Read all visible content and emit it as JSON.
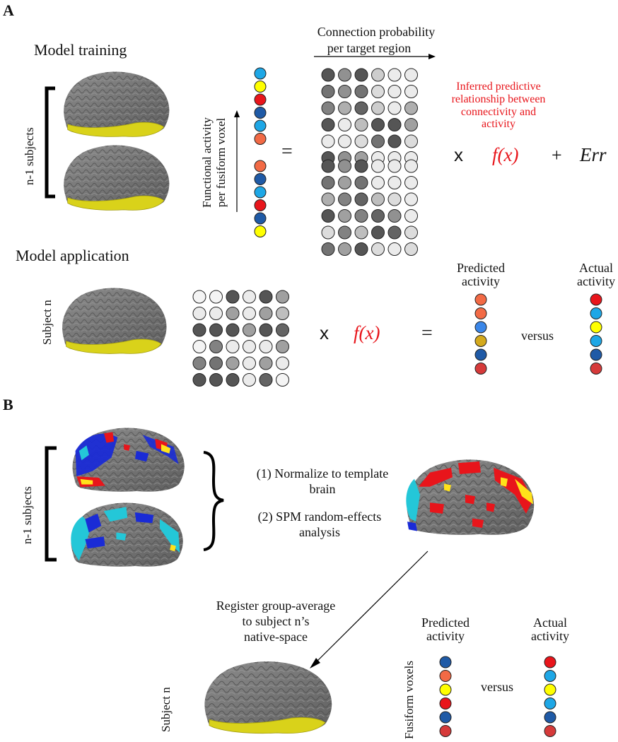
{
  "colors": {
    "red": "#e8151b",
    "yellow": "#ffff00",
    "light_blue": "#1ea7e6",
    "dark_blue": "#1f5aa6",
    "orange": "#f26a45",
    "mid_blue": "#3a86e8",
    "gold": "#d4a91c",
    "crimson": "#d63a3a",
    "cortex_gray": "#7a7a7a",
    "fusiform_yellow": "#d9d21a"
  },
  "panel_a": {
    "label": "A",
    "training_title": "Model training",
    "n1_subjects": "n-1 subjects",
    "functional_activity_line1": "Functional activity",
    "functional_activity_line2": "per fusiform voxel",
    "equals": "=",
    "conn_prob_line1": "Connection probability",
    "conn_prob_line2": "per target region",
    "inferred_line1": "Inferred predictive",
    "inferred_line2": "relationship between",
    "inferred_line3": "connectivity and",
    "inferred_line4": "activity",
    "times": "x",
    "fx": "f(x)",
    "plus": "+",
    "err": "Err",
    "application_title": "Model application",
    "subject_n": "Subject n",
    "times2": "x",
    "fx2": "f(x)",
    "equals2": "=",
    "predicted_line1": "Predicted",
    "predicted_line2": "activity",
    "versus": "versus",
    "actual_line1": "Actual",
    "actual_line2": "activity",
    "training_voxels": [
      "light_blue",
      "yellow",
      "red",
      "dark_blue",
      "light_blue",
      "orange",
      "orange",
      "dark_blue",
      "light_blue",
      "red",
      "dark_blue",
      "yellow"
    ],
    "predicted_voxels": [
      "orange",
      "orange",
      "mid_blue",
      "gold",
      "dark_blue",
      "crimson"
    ],
    "actual_voxels": [
      "red",
      "light_blue",
      "yellow",
      "light_blue",
      "dark_blue",
      "crimson"
    ],
    "matrix_top": [
      [
        0.55,
        0.35,
        0.55,
        0.15,
        0.05,
        0.05
      ],
      [
        0.45,
        0.35,
        0.45,
        0.1,
        0.05,
        0.05
      ],
      [
        0.4,
        0.25,
        0.5,
        0.15,
        0.05,
        0.25
      ],
      [
        0.55,
        0.05,
        0.2,
        0.55,
        0.55,
        0.3
      ],
      [
        0.05,
        0.05,
        0.1,
        0.45,
        0.55,
        0.1
      ],
      [
        0.55,
        0.35,
        0.3,
        0.05,
        0.05,
        0.05
      ]
    ],
    "matrix_bottom": [
      [
        0.55,
        0.35,
        0.55,
        0.05,
        0.05,
        0.05
      ],
      [
        0.45,
        0.3,
        0.45,
        0.05,
        0.05,
        0.05
      ],
      [
        0.25,
        0.4,
        0.5,
        0.2,
        0.1,
        0.05
      ],
      [
        0.55,
        0.3,
        0.4,
        0.5,
        0.35,
        0.05
      ],
      [
        0.1,
        0.4,
        0.2,
        0.55,
        0.5,
        0.1
      ],
      [
        0.45,
        0.3,
        0.55,
        0.1,
        0.05,
        0.1
      ]
    ],
    "matrix_app": [
      [
        0.02,
        0.02,
        0.55,
        0.05,
        0.55,
        0.3
      ],
      [
        0.05,
        0.05,
        0.3,
        0.05,
        0.3,
        0.2
      ],
      [
        0.55,
        0.55,
        0.55,
        0.3,
        0.55,
        0.5
      ],
      [
        0.02,
        0.4,
        0.05,
        0.05,
        0.05,
        0.3
      ],
      [
        0.4,
        0.45,
        0.3,
        0.05,
        0.3,
        0.05
      ],
      [
        0.55,
        0.55,
        0.55,
        0.05,
        0.5,
        0.02
      ]
    ]
  },
  "panel_b": {
    "label": "B",
    "n1_subjects": "n-1 subjects",
    "step1_line1": "(1) Normalize to template",
    "step1_line2": "brain",
    "step2_line1": "(2) SPM random-effects",
    "step2_line2": "analysis",
    "register_line1": "Register group-average",
    "register_line2": "to subject n’s",
    "register_line3": "native-space",
    "subject_n": "Subject n",
    "fusiform_voxels": "Fusiform voxels",
    "predicted_line1": "Predicted",
    "predicted_line2": "activity",
    "versus": "versus",
    "actual_line1": "Actual",
    "actual_line2": "activity",
    "predicted_voxels": [
      "dark_blue",
      "orange",
      "yellow",
      "red",
      "dark_blue",
      "crimson"
    ],
    "actual_voxels": [
      "red",
      "light_blue",
      "yellow",
      "light_blue",
      "dark_blue",
      "crimson"
    ]
  }
}
